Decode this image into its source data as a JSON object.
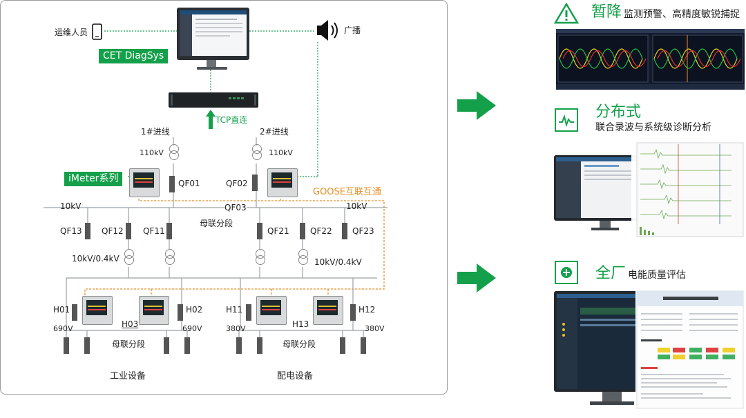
{
  "diagram": {
    "personnel_label": "运维人员",
    "broadcast_label": "广播",
    "software_name": "CET DiagSys",
    "tcp_label": "TCP直连",
    "incoming_1": "1#进线",
    "incoming_2": "2#进线",
    "voltage_110_left": "110kV",
    "voltage_110_right": "110kV",
    "imeter_label": "iMeter系列",
    "goose_label": "GOOSE互联互通",
    "qf01": "QF01",
    "qf02": "QF02",
    "qf03": "QF03",
    "bus_tie_upper": "母联分段",
    "bus_10kv_left": "10kV",
    "bus_10kv_right": "10kV",
    "qf13": "QF13",
    "qf12": "QF12",
    "qf11": "QF11",
    "qf21": "QF21",
    "qf22": "QF22",
    "qf23": "QF23",
    "tx_left_label": "10kV/0.4kV",
    "tx_right_label": "10kV/0.4kV",
    "h01": "H01",
    "h01_voltage": "690V",
    "h02": "H02",
    "h02_voltage": "690V",
    "h03": "H03",
    "h11": "H11",
    "h11_voltage": "380V",
    "h12": "H12",
    "h12_voltage": "380V",
    "h13": "H13",
    "bus_tie_lower_left": "母联分段",
    "bus_tie_lower_right": "母联分段",
    "industrial_equipment": "工业设备",
    "distribution_equipment": "配电设备"
  },
  "sections": [
    {
      "icon": "warning-icon",
      "title": "暂降",
      "subtitle": "监测预警、高精度敏锐捕捉"
    },
    {
      "icon": "waveform-icon",
      "title": "分布式",
      "subtitle": "联合录波与系统级诊断分析"
    },
    {
      "icon": "plus-target-icon",
      "title": "全厂",
      "subtitle": "电能质量评估"
    }
  ],
  "colors": {
    "accent_green": "#14a04a",
    "goose_orange": "#e8902a",
    "panel_border": "#9a9a9a"
  }
}
